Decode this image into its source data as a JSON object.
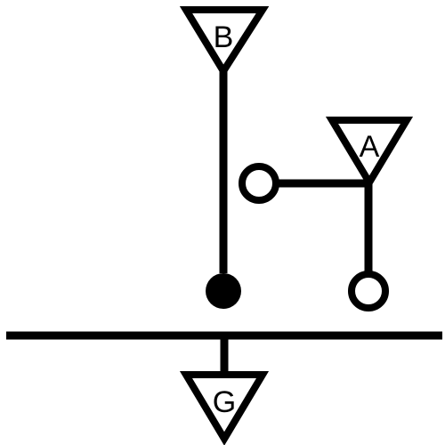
{
  "diagram": {
    "labels": {
      "top_triangle": "B",
      "right_triangle": "A",
      "bottom_triangle": "G"
    },
    "colors": {
      "stroke": "#000000",
      "background": "#ffffff",
      "filled_circle": "#000000",
      "open_circle": "#ffffff"
    }
  }
}
